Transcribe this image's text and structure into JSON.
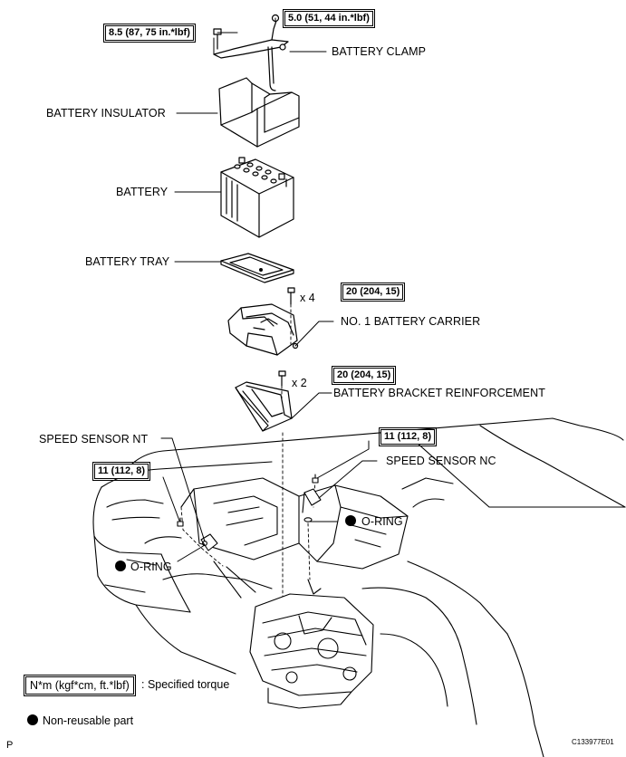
{
  "labels": {
    "battery_clamp": "BATTERY CLAMP",
    "battery_insulator": "BATTERY INSULATOR",
    "battery": "BATTERY",
    "battery_tray": "BATTERY TRAY",
    "no1_battery_carrier": "NO. 1 BATTERY CARRIER",
    "battery_bracket_reinforcement": "BATTERY BRACKET REINFORCEMENT",
    "speed_sensor_nt": "SPEED SENSOR NT",
    "speed_sensor_nc": "SPEED SENSOR NC",
    "o_ring_right": "O-RING",
    "o_ring_left": "O-RING"
  },
  "torques": {
    "clamp_left": "8.5 (87, 75 in.*lbf)",
    "clamp_right": "5.0 (51, 44 in.*lbf)",
    "carrier": "20 (204, 15)",
    "reinforcement": "20 (204, 15)",
    "sensor_nc": "11 (112, 8)",
    "sensor_nt": "11 (112, 8)"
  },
  "quantities": {
    "carrier_bolts": "x 4",
    "reinforcement_bolts": "x 2"
  },
  "legend": {
    "torque_unit": "N*m (kgf*cm, ft.*lbf)",
    "torque_desc": ": Specified torque",
    "non_reusable": "Non-reusable part"
  },
  "figure_id": "C133977E01",
  "page_marker": "P"
}
